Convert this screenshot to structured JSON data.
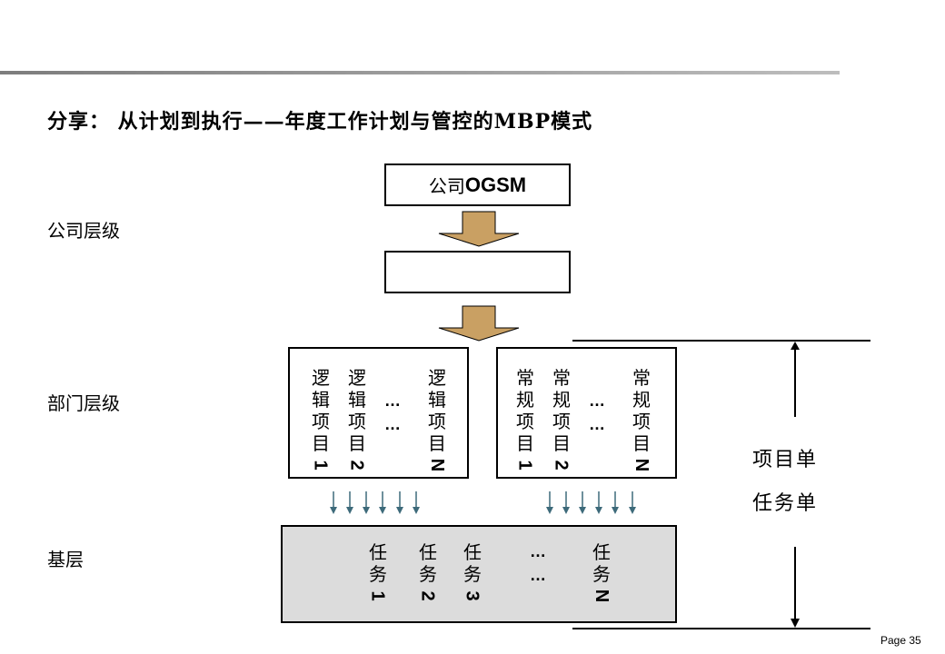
{
  "slide": {
    "title": "分享： 从计划到执行——年度工作计划与管控的MBP模式",
    "page_label": "Page 35"
  },
  "levels": {
    "company": "公司层级",
    "department": "部门层级",
    "base": "基层"
  },
  "company_box": {
    "label_cn": "公司",
    "label_en": "OGSM"
  },
  "second_box": {
    "label": ""
  },
  "logic_projects": [
    {
      "chars": [
        "逻",
        "辑",
        "项",
        "目"
      ],
      "num": "1"
    },
    {
      "chars": [
        "逻",
        "辑",
        "项",
        "目"
      ],
      "num": "2"
    },
    {
      "chars": [
        "逻",
        "辑",
        "项",
        "目"
      ],
      "num": "N"
    }
  ],
  "routine_projects": [
    {
      "chars": [
        "常",
        "规",
        "项",
        "目"
      ],
      "num": "1"
    },
    {
      "chars": [
        "常",
        "规",
        "项",
        "目"
      ],
      "num": "2"
    },
    {
      "chars": [
        "常",
        "规",
        "项",
        "目"
      ],
      "num": "N"
    }
  ],
  "tasks": [
    {
      "chars": [
        "任",
        "务"
      ],
      "num": "1"
    },
    {
      "chars": [
        "任",
        "务"
      ],
      "num": "2"
    },
    {
      "chars": [
        "任",
        "务"
      ],
      "num": "3"
    },
    {
      "chars": [
        "任",
        "务"
      ],
      "num": "N"
    }
  ],
  "ellipsis": "…",
  "side_labels": {
    "project_list": "项目单",
    "task_list": "任务单"
  },
  "colors": {
    "gold_arrow": "#c9a063",
    "small_arrow": "#3d6a7a",
    "base_fill": "#dcdcdc"
  }
}
